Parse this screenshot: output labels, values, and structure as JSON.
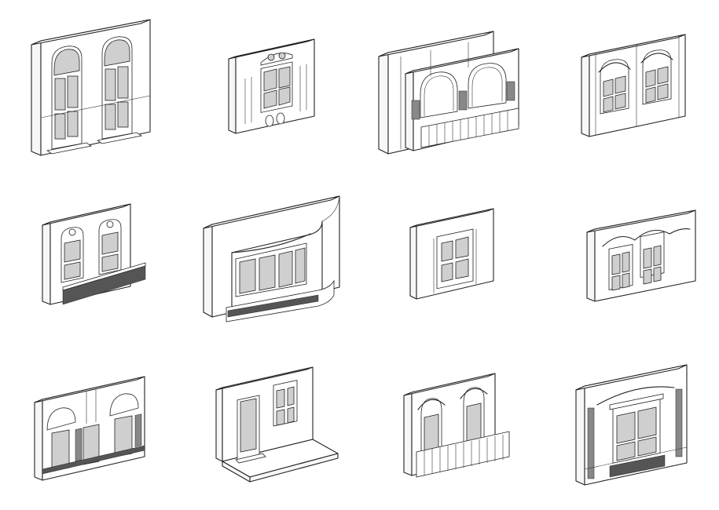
{
  "figure": {
    "background": "#ffffff",
    "line_color": "#222222",
    "glass_color": "#cfcfcf",
    "items": [
      {
        "name": "facade-twin-arched-doors"
      },
      {
        "name": "facade-window-fanlight"
      },
      {
        "name": "facade-arcade-balcony"
      },
      {
        "name": "facade-two-ornate-windows"
      },
      {
        "name": "facade-windows-railing"
      },
      {
        "name": "facade-curved-bay-window"
      },
      {
        "name": "facade-single-window"
      },
      {
        "name": "facade-molded-windows"
      },
      {
        "name": "facade-ornate-pediments"
      },
      {
        "name": "facade-door-window-plinth"
      },
      {
        "name": "facade-arched-windows-balcony"
      },
      {
        "name": "facade-large-window-portal"
      }
    ]
  }
}
